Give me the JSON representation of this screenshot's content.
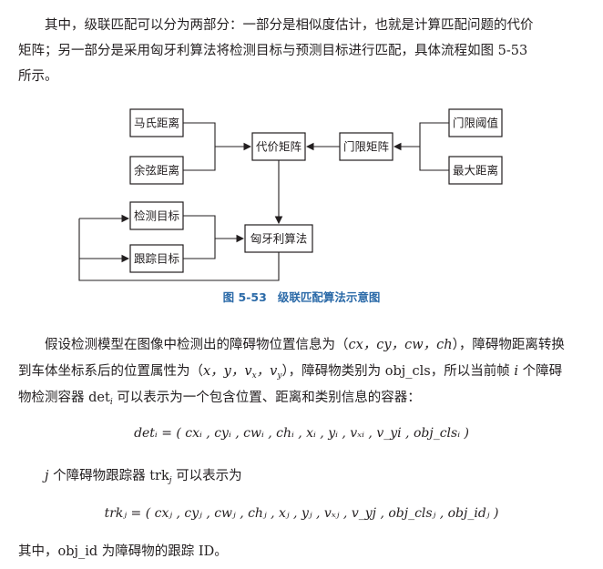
{
  "para1": {
    "line1": "其中，级联匹配可以分为两部分：一部分是相似度估计，也就是计算匹配问题的代价",
    "line2": "矩阵；另一部分是采用匈牙利算法将检测目标与预测目标进行匹配，具体流程如图 5-53",
    "line3": "所示。"
  },
  "diagram": {
    "mahalanobis": "马氏距离",
    "cosine": "余弦距离",
    "cost_matrix": "代价矩阵",
    "gate_matrix": "门限矩阵",
    "gate_threshold": "门限阈值",
    "max_distance": "最大距离",
    "detection": "检测目标",
    "tracking": "跟踪目标",
    "hungarian": "匈牙利算法"
  },
  "caption": {
    "number": "图 5-53",
    "title": "级联匹配算法示意图"
  },
  "para2": {
    "l1_a": "假设检测模型在图像中检测出的障碍物位置信息为（",
    "l1_b": "cx，cy，cw，ch",
    "l1_c": "），障碍物距离转换",
    "l2_a": "到车体坐标系后的位置属性为（",
    "l2_b": "x，y，v",
    "l2_c": "），障碍物类别为 obj_cls，所以当前帧 ",
    "l2_d": "i",
    "l2_e": " 个障碍",
    "l3_a": "物检测容器 det",
    "l3_b": " 可以表示为一个包含位置、距离和类别信息的容器："
  },
  "eq1": "detᵢ = ( cxᵢ , cyᵢ , cwᵢ , chᵢ , xᵢ , yᵢ , vₓᵢ , v_yi , obj_clsᵢ )",
  "para3": {
    "a": "j",
    "b": " 个障碍物跟踪器 trk",
    "c": " 可以表示为"
  },
  "eq2": "trkⱼ = ( cxⱼ , cyⱼ , cwⱼ , chⱼ , xⱼ , yⱼ , vₓⱼ , v_yj , obj_clsⱼ , obj_idⱼ )",
  "para4": "其中，obj_id 为障碍物的跟踪 ID。"
}
